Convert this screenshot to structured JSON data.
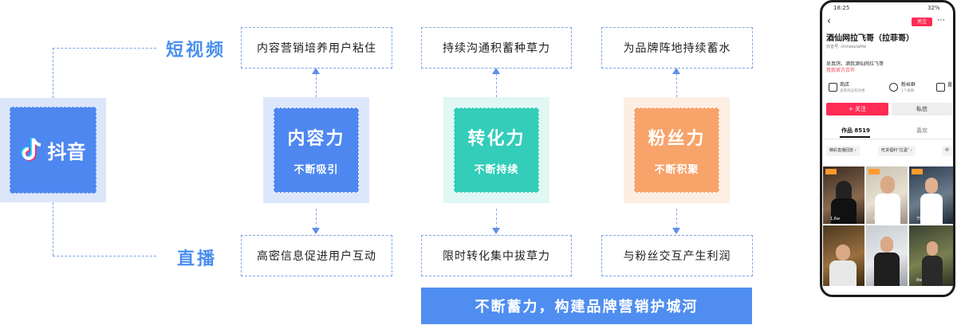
{
  "logo": {
    "text": "抖音",
    "icon": "tiktok-note-icon"
  },
  "rows": {
    "short_video": "短视频",
    "live": "直播"
  },
  "top_boxes": [
    "内容营销培养用户粘住",
    "持续沟通积蓄种草力",
    "为品牌阵地持续蓄水"
  ],
  "bottom_boxes": [
    "高密信息促进用户互动",
    "限时转化集中拔草力",
    "与粉丝交互产生利润"
  ],
  "cards": [
    {
      "title": "内容力",
      "sub": "不断吸引",
      "color": "#4e87f0",
      "outer": "#dde7fb"
    },
    {
      "title": "转化力",
      "sub": "不断持续",
      "color": "#33cdb9",
      "outer": "#e0f7f4"
    },
    {
      "title": "粉丝力",
      "sub": "不断积聚",
      "color": "#f7a36a",
      "outer": "#fdeee3"
    }
  ],
  "banner": "不断蓄力，构建品牌营销护城河",
  "phone": {
    "status_time": "18:25",
    "status_right": "32%",
    "follow_btn": "关注",
    "name": "酒仙网拉飞哥（拉菲哥）",
    "douyin_id": "抖音号: chinesulafite",
    "bio": "吴真鸽，酒我酒仙网拉飞哥",
    "bio_link": "我我官方合作",
    "shortcuts": [
      {
        "label": "商店",
        "sub": "查看商品和优惠"
      },
      {
        "label": "粉丝群",
        "sub": "1个群聊"
      },
      {
        "label": "直",
        "sub": ""
      }
    ],
    "follow_main": "+ 关注",
    "message_btn": "私信",
    "tabs": [
      "作品 8519",
      "喜欢"
    ],
    "chips": [
      "精彩直播回放",
      "吃货福利“拉酒”",
      "中"
    ],
    "grid_counts": [
      "1.6w",
      "5.3w",
      "75.4w",
      "",
      "",
      "8w"
    ]
  }
}
